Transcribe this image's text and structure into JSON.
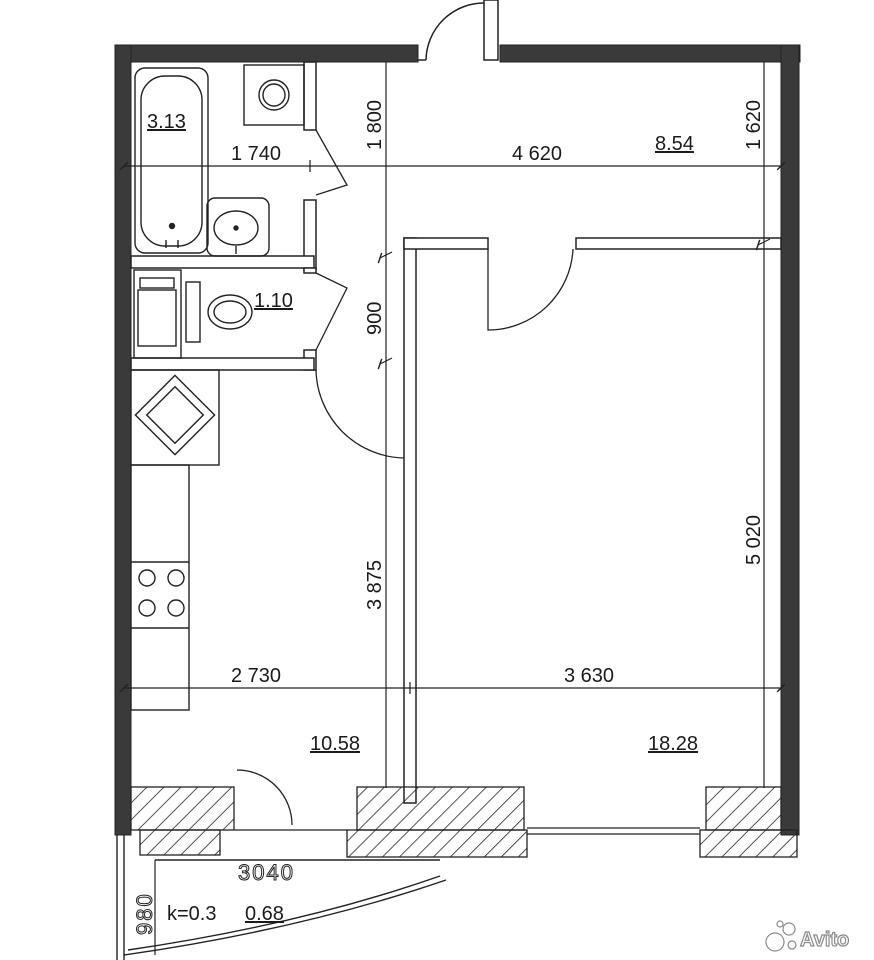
{
  "rooms": {
    "bathroom_area": "3.13",
    "toilet_area": "1.10",
    "corridor_area": "8.54",
    "kitchen_area": "10.58",
    "living_area": "18.28",
    "balcony_area": "0.68",
    "balcony_coefficient": "k=0.3"
  },
  "dimensions": {
    "bath_width": "1 740",
    "corridor_width": "4 620",
    "corridor_depth_left": "1 800",
    "corridor_depth_right": "1 620",
    "toilet_depth": "900",
    "kitchen_depth": "3 875",
    "kitchen_width": "2 730",
    "living_width": "3 630",
    "living_depth": "5 020",
    "balcony_length": "3040",
    "balcony_depth": "980"
  },
  "watermark": {
    "text": "Avito",
    "icon": "avito-dots-icon"
  },
  "colors": {
    "wall": "#3a3a3a",
    "line": "#222222"
  }
}
